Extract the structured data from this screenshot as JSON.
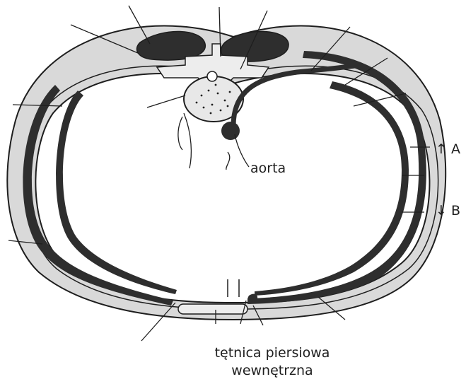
{
  "labels": {
    "aorta": "aorta",
    "arrow_a": "↑ A",
    "arrow_b": "↓ B",
    "artery_line1": "tętnica piersiowa",
    "artery_line2": "wewnętrzna"
  },
  "colors": {
    "ink": "#1e1e1e",
    "muscle": "#2e2e2e",
    "wall_fill": "#d9d9d9",
    "wall_light": "#ededed",
    "paper": "#ffffff"
  }
}
